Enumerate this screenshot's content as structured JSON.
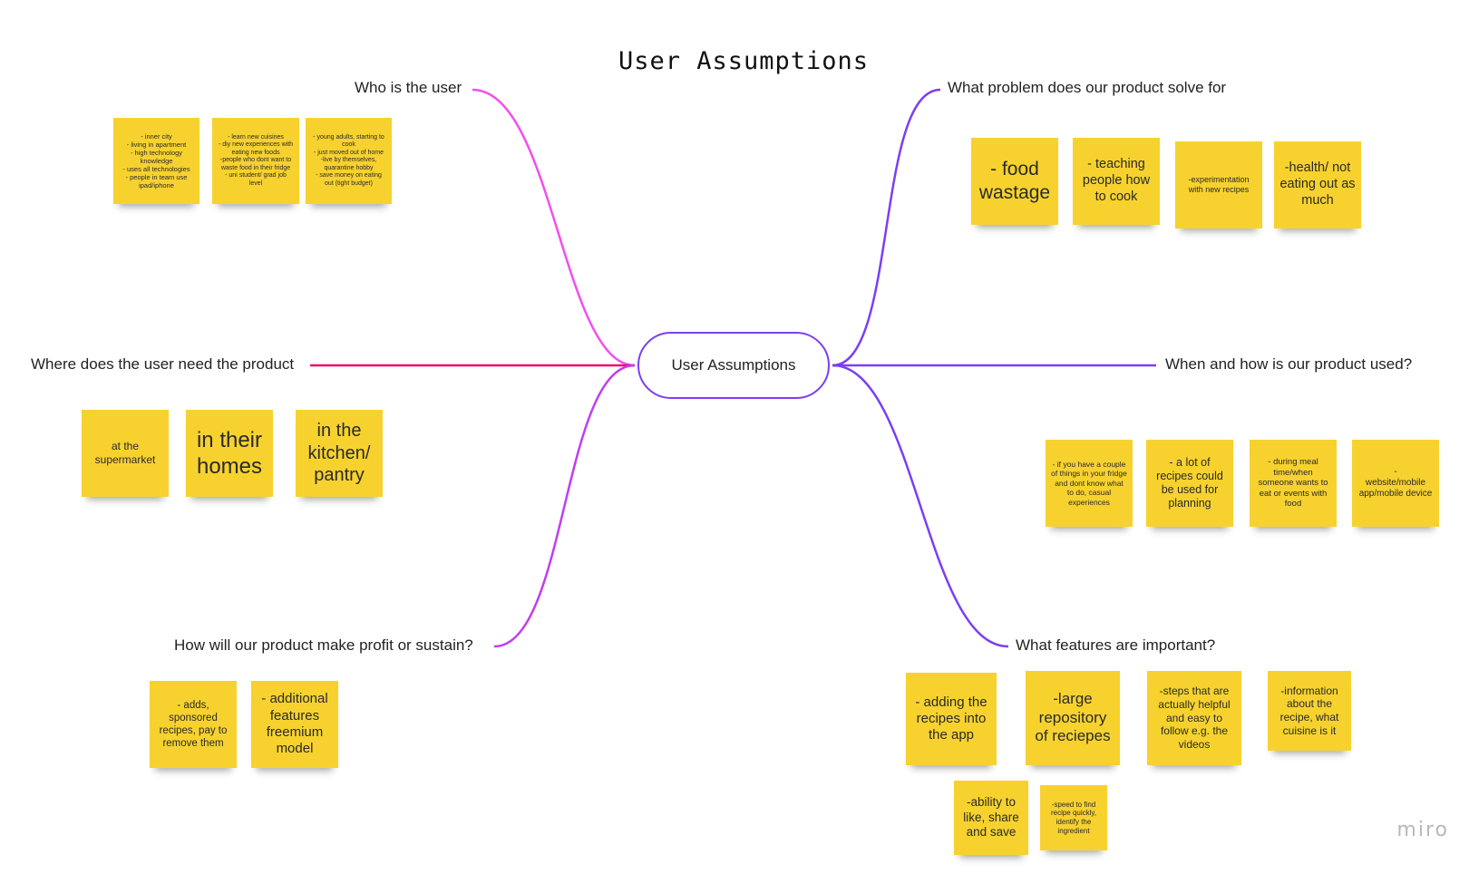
{
  "title": "User Assumptions",
  "center": "User Assumptions",
  "colors": {
    "note": "#f7d22f",
    "branch_who": "#f24ef0",
    "branch_where": "#e6136e",
    "branch_profit": "#c13cf0",
    "branch_right": "#7b3ff2"
  },
  "branches": {
    "who": "Who is the user",
    "where": "Where does the user need the product",
    "profit": "How will our product make profit or sustain?",
    "problem": "What problem does our product solve for",
    "when": "When and how is our product used?",
    "features": "What features are important?"
  },
  "notes": {
    "who": [
      "- inner city\n- living in apartment\n- high technology knowledge\n- uses all technologies\n- people in team use ipad/iphone",
      "- learn new cuisines\n- diy new experiences with eating new foods\n-people who dont want to waste food in their fridge\n- uni student/ grad job level",
      "- young adults, starting to cook\n- just moved out of home\n-live by themselves,\nquarantine hobby\n- save money on eating out (tight budget)"
    ],
    "where": [
      "at the supermarket",
      "in their homes",
      "in the kitchen/ pantry"
    ],
    "profit": [
      "- adds, sponsored recipes, pay to remove them",
      "- additional features freemium model"
    ],
    "problem": [
      "- food wastage",
      "- teaching people how to cook",
      "-experimentation with new recipes",
      "-health/ not eating out as much"
    ],
    "when": [
      "- if you have a couple of things in your fridge and dont know what to do, casual experiences",
      "- a lot of recipes could be used for planning",
      "- during meal time/when someone wants to eat or events with food",
      "-\nwebsite/mobile app/mobile device"
    ],
    "features": [
      "- adding the recipes into the app",
      "-large repository of reciepes",
      "-steps that are actually helpful and easy to follow e.g. the videos",
      "-information about the recipe, what cuisine is it",
      "-ability to like, share and save",
      "-speed to find recipe quickly, identify the ingredient"
    ]
  },
  "watermark": "miro"
}
